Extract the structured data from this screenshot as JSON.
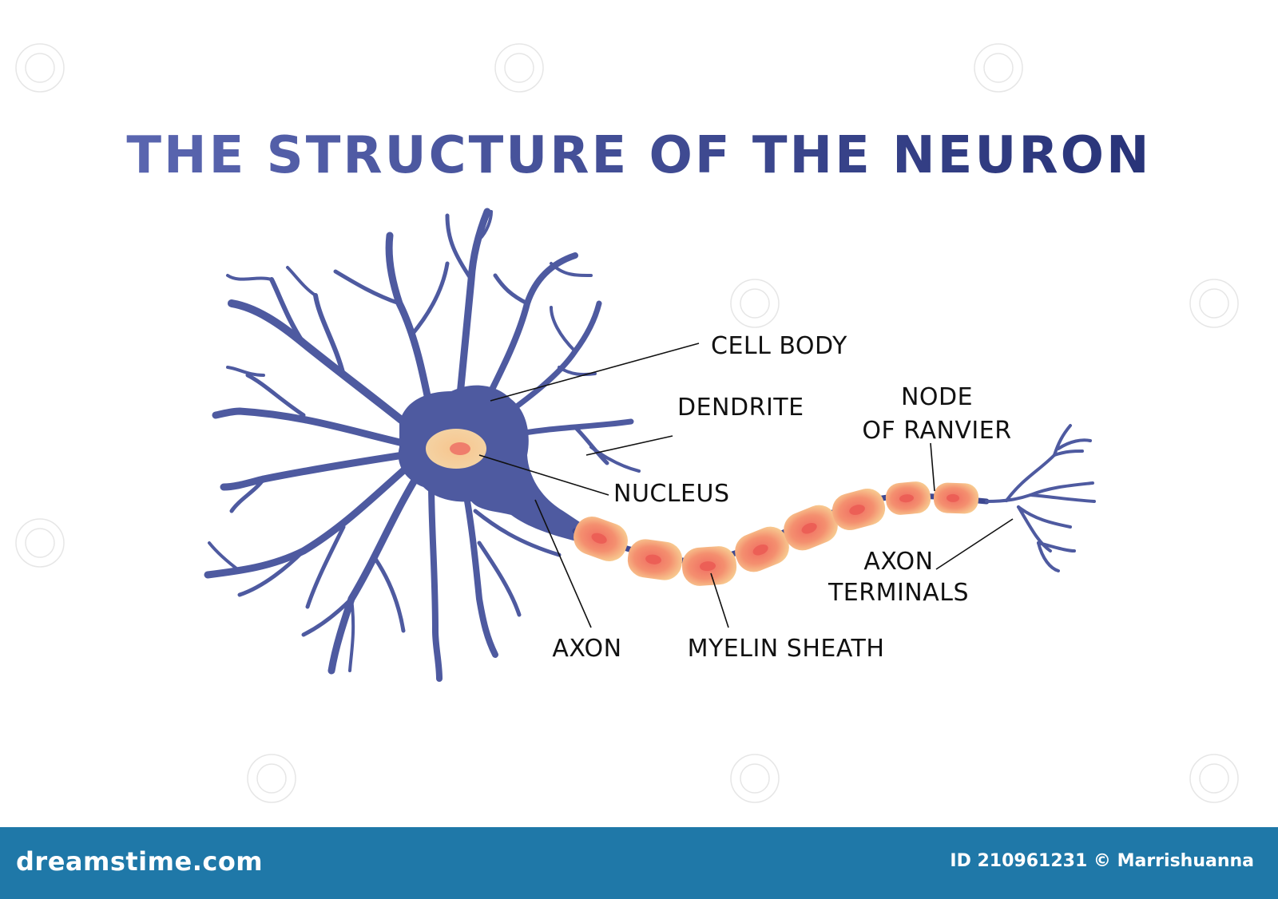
{
  "title": "THE STRUCTURE OF THE NEURON",
  "labels": {
    "cell_body": "CELL BODY",
    "dendrite": "DENDRITE",
    "node_line1": "NODE",
    "node_line2": "OF RANVIER",
    "nucleus": "NUCLEUS",
    "axon_terminals_line1": "AXON",
    "axon_terminals_line2": "TERMINALS",
    "axon": "AXON",
    "myelin_sheath": "MYELIN SHEATH"
  },
  "footer": {
    "site": "dreamstime.com",
    "credit": "ID 210961231 © Marrishuanna"
  },
  "colors": {
    "neuron": "#4e5aa0",
    "title_start": "#5560aa",
    "title_end": "#2a347a",
    "myelin_outer": "#f7c58e",
    "myelin_inner": "#f07b6a",
    "nucleus_outer": "#f6cd9a",
    "nucleus_inner": "#ef7d6c",
    "footer_bg": "#1f78a8"
  }
}
